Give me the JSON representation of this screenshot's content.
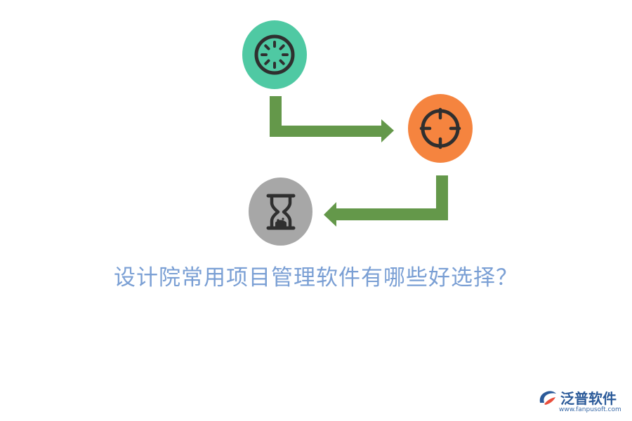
{
  "colors": {
    "node_1": "#4fc9a3",
    "node_2": "#f5843f",
    "node_3": "#a7a7a7",
    "icon": "#2f2f2f",
    "arrow": "#64984a",
    "title": "#7a9fd4",
    "logo": "#2b5a99"
  },
  "nodes": [
    {
      "icon": "loading-spinner-icon"
    },
    {
      "icon": "crosshair-icon"
    },
    {
      "icon": "hourglass-icon"
    }
  ],
  "title": "设计院常用项目管理软件有哪些好选择？",
  "logo": {
    "brand": "泛普软件",
    "url": "www.fanpusoft.com"
  }
}
